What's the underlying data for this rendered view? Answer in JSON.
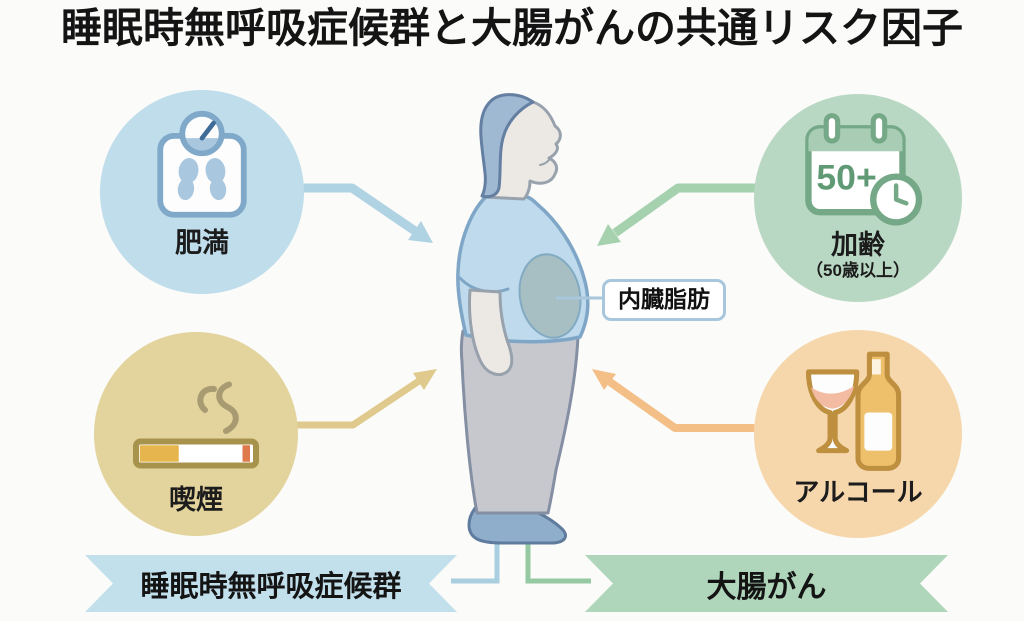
{
  "title": "睡眠時無呼吸症候群と大腸がんの共通リスク因子",
  "risk_factors": {
    "obesity": {
      "label": "肥満",
      "icon": "scale-icon",
      "circle_color": "#BFDDEB",
      "arrow_color": "#AFD3E3"
    },
    "aging": {
      "label": "加齢",
      "sublabel": "（50歳以上）",
      "calendar_text": "50+",
      "icon": "calendar-clock-icon",
      "circle_color": "#B9D8C3",
      "arrow_color": "#A5D1AF"
    },
    "smoking": {
      "label": "喫煙",
      "icon": "cigarette-icon",
      "circle_color": "#E3D39D",
      "arrow_color": "#DFC98C"
    },
    "alcohol": {
      "label": "アルコール",
      "icon": "wine-bottle-icon",
      "circle_color": "#F6D7AC",
      "arrow_color": "#F3BF87"
    }
  },
  "figure": {
    "visceral_fat_label": "内臓脂肪"
  },
  "banners": {
    "sleep_apnea": {
      "label": "睡眠時無呼吸症候群",
      "color": "#C2E0EB"
    },
    "colorectal_cancer": {
      "label": "大腸がん",
      "color": "#AFD5BA"
    }
  },
  "colors": {
    "background": "#FBFBF9",
    "title_text": "#141414",
    "fat_label_border": "#A8C6DC"
  }
}
